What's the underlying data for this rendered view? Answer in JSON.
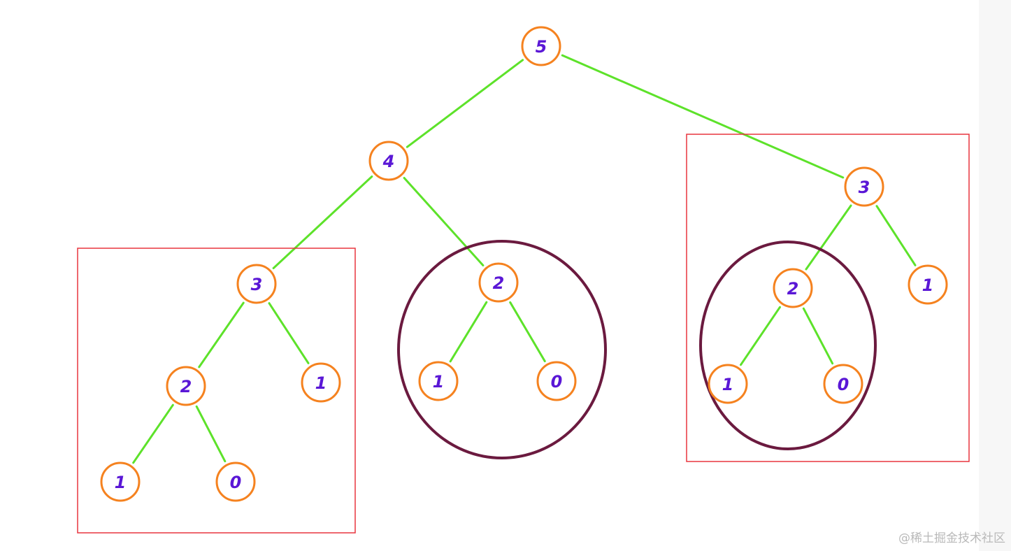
{
  "diagram": {
    "nodes": [
      {
        "id": "n5",
        "label": "5"
      },
      {
        "id": "n4",
        "label": "4"
      },
      {
        "id": "n3r",
        "label": "3"
      },
      {
        "id": "n3l",
        "label": "3"
      },
      {
        "id": "n2m",
        "label": "2"
      },
      {
        "id": "n2l",
        "label": "2"
      },
      {
        "id": "n1l",
        "label": "1"
      },
      {
        "id": "n1ll",
        "label": "1"
      },
      {
        "id": "n0ll",
        "label": "0"
      },
      {
        "id": "n1m",
        "label": "1"
      },
      {
        "id": "n0m",
        "label": "0"
      },
      {
        "id": "n2r",
        "label": "2"
      },
      {
        "id": "n1r",
        "label": "1"
      },
      {
        "id": "n1rr",
        "label": "1"
      },
      {
        "id": "n0rr",
        "label": "0"
      }
    ],
    "edges": [
      {
        "from": "n5",
        "to": "n4"
      },
      {
        "from": "n5",
        "to": "n3r"
      },
      {
        "from": "n4",
        "to": "n3l"
      },
      {
        "from": "n4",
        "to": "n2m"
      },
      {
        "from": "n3l",
        "to": "n2l"
      },
      {
        "from": "n3l",
        "to": "n1l"
      },
      {
        "from": "n2l",
        "to": "n1ll"
      },
      {
        "from": "n2l",
        "to": "n0ll"
      },
      {
        "from": "n2m",
        "to": "n1m"
      },
      {
        "from": "n2m",
        "to": "n0m"
      },
      {
        "from": "n3r",
        "to": "n2r"
      },
      {
        "from": "n3r",
        "to": "n1r"
      },
      {
        "from": "n2r",
        "to": "n1rr"
      },
      {
        "from": "n2r",
        "to": "n0rr"
      }
    ],
    "highlight_boxes": [
      {
        "id": "left-subtree-box"
      },
      {
        "id": "right-subtree-box"
      }
    ],
    "highlight_circles": [
      {
        "id": "middle-subtree-circle"
      },
      {
        "id": "right-inner-subtree-circle"
      }
    ],
    "colors": {
      "node_stroke": "#f5821f",
      "node_text": "#5a17d6",
      "edge": "#5de22a",
      "box": "#e8353f",
      "circle": "#6b1a3f"
    }
  },
  "watermark": "@稀土掘金技术社区"
}
